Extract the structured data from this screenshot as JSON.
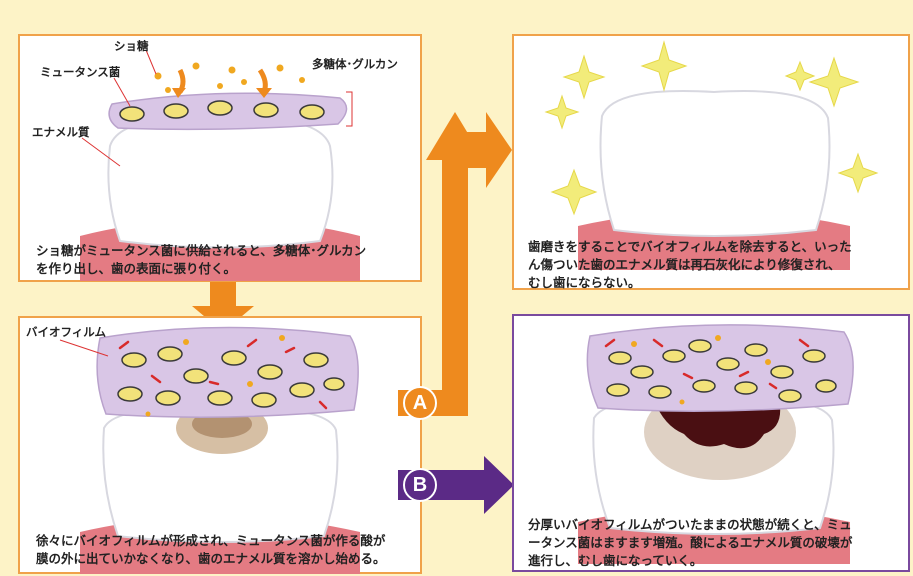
{
  "panels": {
    "p1": {
      "labels": {
        "sucrose": "ショ糖",
        "mutans": "ミュータンス菌",
        "glucan": "多糖体･グルカン",
        "enamel": "エナメル質"
      },
      "caption": "ショ糖がミュータンス菌に供給されると、多糖体･グルカン\nを作り出し、歯の表面に張り付く。"
    },
    "p2": {
      "labels": {
        "biofilm": "バイオフィルム"
      },
      "caption": "徐々にバイオフィルムが形成され、ミュータンス菌が作る酸が\n膜の外に出ていかなくなり、歯のエナメル質を溶かし始める。"
    },
    "p3": {
      "caption": "歯磨きをすることでバイオフィルムを除去すると、いった\nん傷ついた歯のエナメル質は再石灰化により修復され、\nむし歯にならない。"
    },
    "p4": {
      "caption": "分厚いバイオフィルムがついたままの状態が続くと、ミュ\nータンス菌はますます増殖。酸によるエナメル質の破壊が\n進行し、むし歯になっていく。"
    }
  },
  "badges": {
    "a": "A",
    "b": "B"
  },
  "colors": {
    "orange": "#ee8a1e",
    "purple": "#5b2a86",
    "biofilm": "#d9c6e6",
    "gum": "#e47b83",
    "bacteria": "#f2e27a",
    "sugar": "#f0a820",
    "decay": "#4a0f12"
  }
}
